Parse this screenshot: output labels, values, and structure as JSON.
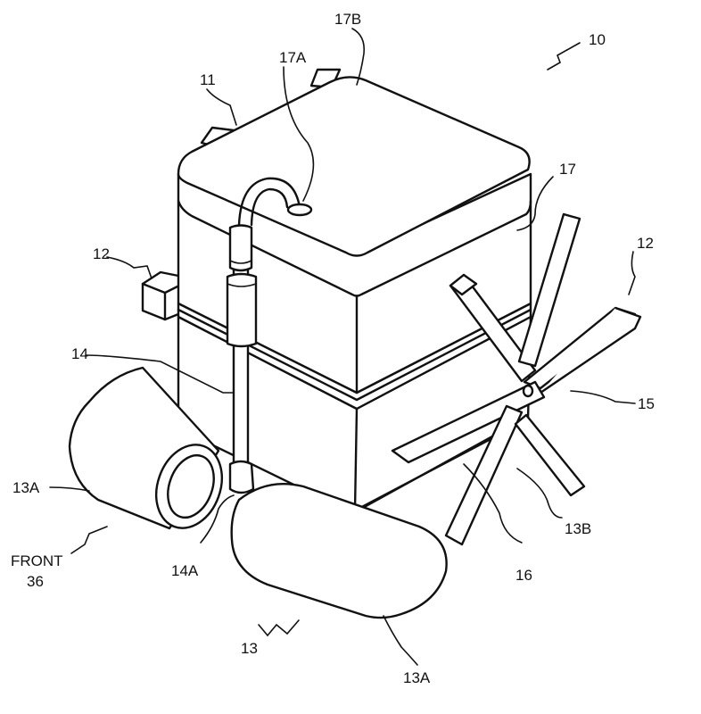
{
  "labels": {
    "ref_10": "10",
    "ref_11": "11",
    "ref_12_left": "12",
    "ref_12_right": "12",
    "ref_13": "13",
    "ref_13A_left": "13A",
    "ref_13A_bottom": "13A",
    "ref_13B": "13B",
    "ref_14": "14",
    "ref_14A": "14A",
    "ref_15": "15",
    "ref_16": "16",
    "ref_17": "17",
    "ref_17A": "17A",
    "ref_17B": "17B",
    "front": "FRONT",
    "ref_36": "36"
  }
}
